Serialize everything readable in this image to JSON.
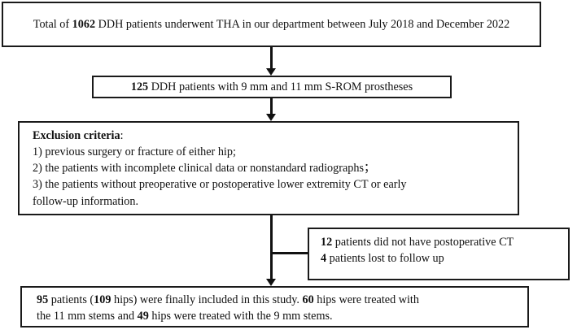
{
  "diagram": {
    "title": "Patient selection flowchart",
    "type": "flowchart",
    "accent_color": "#111111",
    "background_color": "#ffffff",
    "nodes": {
      "total": {
        "name": "total-cohort-box",
        "line1_pre": "Total of ",
        "line1_bold": "1062",
        "line1_post": " DDH patients underwent THA  in our department between July 2018 and",
        "line2": "December 2022"
      },
      "cohort": {
        "name": "eligible-cohort-box",
        "bold": "125",
        "text": " DDH patients with 9 mm and 11 mm S-ROM prostheses"
      },
      "exclusion": {
        "name": "exclusion-criteria-box",
        "heading_bold": "Exclusion criteria",
        "heading_colon": ":",
        "items": [
          "1) previous surgery or fracture of either hip;",
          "2) the patients with incomplete clinical data or nonstandard radiographs；",
          "3) the patients without preoperative or postoperative lower extremity CT or early",
          "follow-up information."
        ]
      },
      "excluded": {
        "name": "excluded-patients-box",
        "line1_bold": "12",
        "line1_text": " patients did not have postoperative CT",
        "line2_bold": "4",
        "line2_text": " patients lost to follow up"
      },
      "final": {
        "name": "final-included-box",
        "seg1_bold": "95",
        "seg1_text": " patients (",
        "seg2_bold": "109",
        "seg2_text": " hips) were finally included in this study. ",
        "seg3_bold": "60",
        "seg3_text": " hips were treated with",
        "line2_pre": "the 11 mm stems and ",
        "line2_bold": "49",
        "line2_post": " hips were treated with the 9 mm stems."
      }
    },
    "connectors": [
      {
        "name": "arrow-total-to-cohort",
        "from": "total",
        "to": "cohort",
        "direction": "down"
      },
      {
        "name": "arrow-cohort-to-exclusion",
        "from": "cohort",
        "to": "exclusion",
        "direction": "down"
      },
      {
        "name": "arrow-exclusion-to-final",
        "from": "exclusion",
        "to": "final",
        "direction": "down"
      },
      {
        "name": "branch-to-excluded",
        "from": "exclusion-stem",
        "to": "excluded",
        "direction": "right"
      }
    ]
  }
}
